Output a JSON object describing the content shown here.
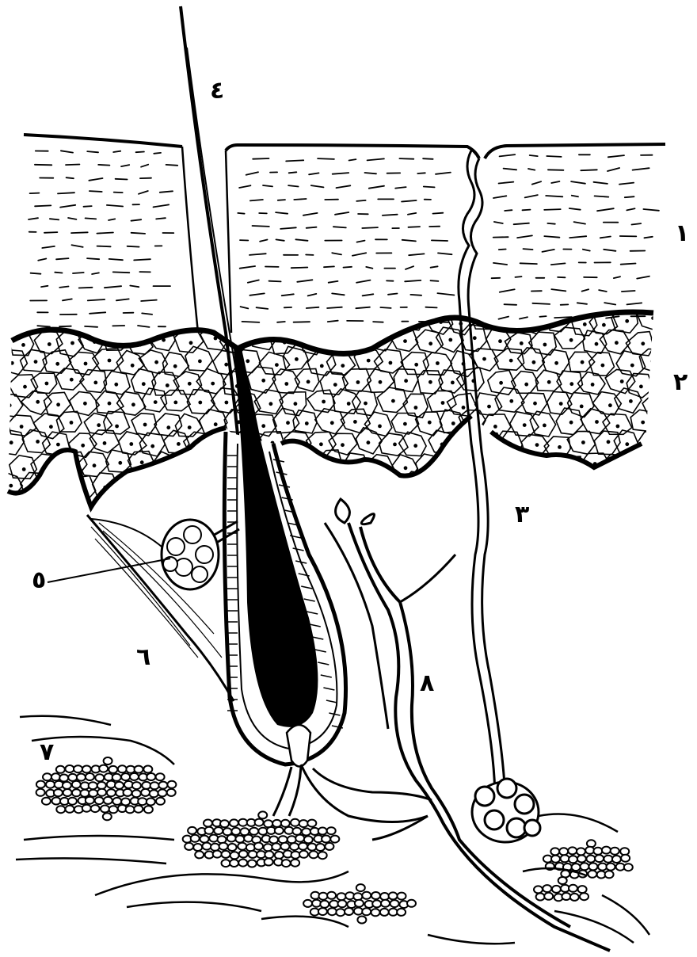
{
  "diagram": {
    "ink_color": "#000000",
    "paper_color": "#ffffff",
    "labels": [
      {
        "id": "1",
        "text": "١"
      },
      {
        "id": "2",
        "text": "٢"
      },
      {
        "id": "3",
        "text": "٣"
      },
      {
        "id": "4",
        "text": "٤"
      },
      {
        "id": "5",
        "text": "٥"
      },
      {
        "id": "6",
        "text": "٦"
      },
      {
        "id": "7",
        "text": "٧"
      },
      {
        "id": "8",
        "text": "٨"
      }
    ]
  }
}
